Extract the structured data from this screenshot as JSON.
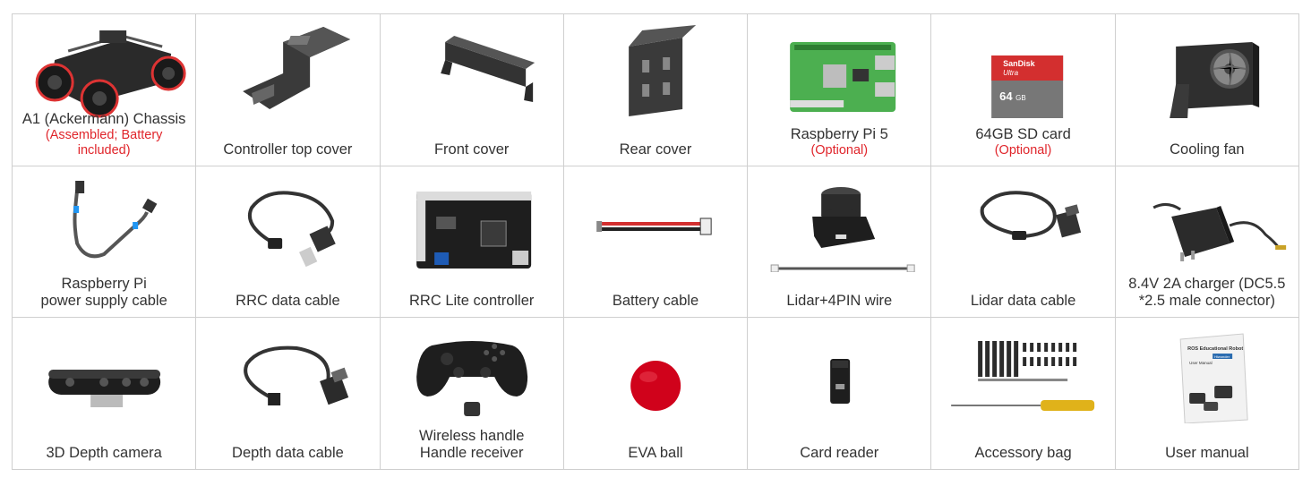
{
  "colors": {
    "accent_red": "#e0252b",
    "grid_line": "#cfcfcf",
    "text": "#333333"
  },
  "items": [
    {
      "label": "A1 (Ackermann) Chassis",
      "note": "(Assembled; Battery\nincluded)",
      "icon": "chassis-icon"
    },
    {
      "label": "Controller top cover",
      "note": "",
      "icon": "top-cover-icon"
    },
    {
      "label": "Front cover",
      "note": "",
      "icon": "front-cover-icon"
    },
    {
      "label": "Rear cover",
      "note": "",
      "icon": "rear-cover-icon"
    },
    {
      "label": "Raspberry Pi 5",
      "note": "(Optional)",
      "icon": "raspberry-pi-icon"
    },
    {
      "label": "64GB SD card",
      "note": "(Optional)",
      "icon": "sd-card-icon",
      "sd_brand": "SanDisk",
      "sd_line": "Ultra",
      "sd_capacity": "64",
      "sd_unit": "GB"
    },
    {
      "label": "Cooling fan",
      "note": "",
      "icon": "fan-icon"
    },
    {
      "label": "Raspberry Pi\npower supply cable",
      "note": "",
      "icon": "power-cable-icon"
    },
    {
      "label": "RRC data cable",
      "note": "",
      "icon": "usb-cable-icon"
    },
    {
      "label": "RRC Lite controller",
      "note": "",
      "icon": "controller-board-icon"
    },
    {
      "label": "Battery cable",
      "note": "",
      "icon": "battery-cable-icon"
    },
    {
      "label": "Lidar+4PIN wire",
      "note": "",
      "icon": "lidar-icon"
    },
    {
      "label": "Lidar data cable",
      "note": "",
      "icon": "lidar-cable-icon"
    },
    {
      "label": "8.4V 2A charger (DC5.5\n*2.5 male connector)",
      "note": "",
      "icon": "charger-icon"
    },
    {
      "label": "3D Depth camera",
      "note": "",
      "icon": "depth-camera-icon"
    },
    {
      "label": "Depth data cable",
      "note": "",
      "icon": "depth-cable-icon"
    },
    {
      "label": "Wireless handle\nHandle receiver",
      "note": "",
      "icon": "gamepad-icon"
    },
    {
      "label": "EVA ball",
      "note": "",
      "icon": "ball-icon"
    },
    {
      "label": "Card reader",
      "note": "",
      "icon": "card-reader-icon"
    },
    {
      "label": "Accessory bag",
      "note": "",
      "icon": "screws-icon"
    },
    {
      "label": "User manual",
      "note": "",
      "icon": "manual-icon",
      "manual_title": "ROS Educational Robot",
      "manual_brand": "Hiwonder",
      "manual_sub": "User Manual"
    }
  ]
}
